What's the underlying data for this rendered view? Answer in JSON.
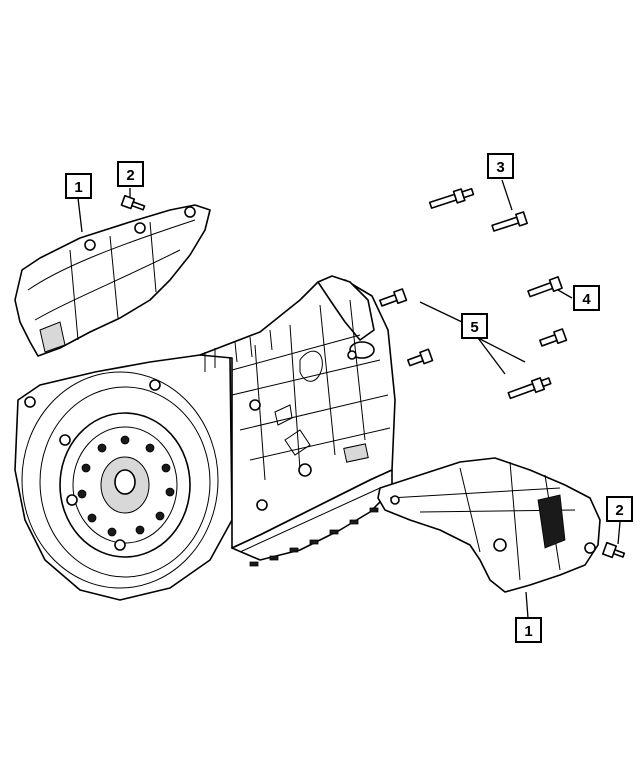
{
  "callouts": [
    {
      "id": "c1a",
      "label": "1"
    },
    {
      "id": "c2a",
      "label": "2"
    },
    {
      "id": "c3",
      "label": "3"
    },
    {
      "id": "c4",
      "label": "4"
    },
    {
      "id": "c5",
      "label": "5"
    },
    {
      "id": "c2b",
      "label": "2"
    },
    {
      "id": "c1b",
      "label": "1"
    }
  ],
  "colors": {
    "line": "#000000",
    "background": "#ffffff"
  }
}
